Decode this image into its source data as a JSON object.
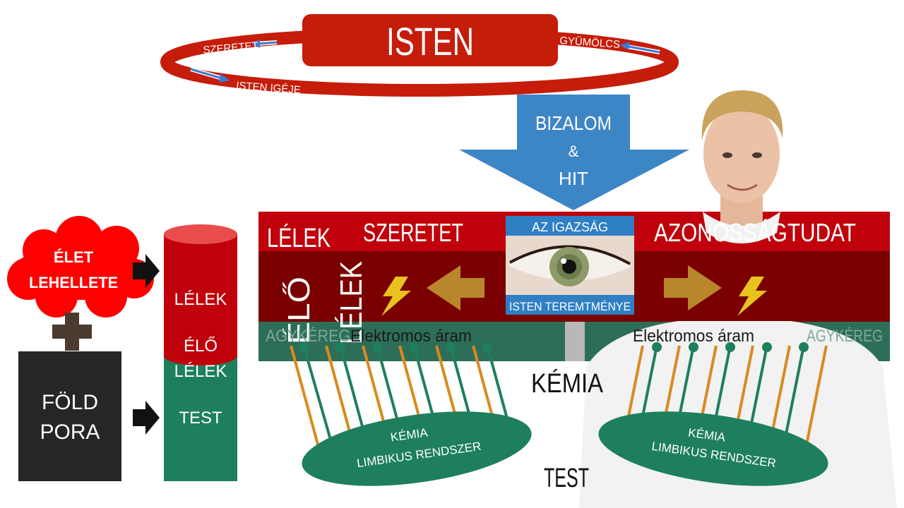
{
  "top": {
    "title": "ISTEN",
    "ring_love": "SZERETET",
    "ring_word": "ISTEN IGÉJE",
    "ring_fruit": "GYÜMÖLCS"
  },
  "trust_arrow": {
    "line1": "BIZALOM",
    "line2": "&",
    "line3": "HIT"
  },
  "left": {
    "cloud_line1": "ÉLET",
    "cloud_line2": "LEHELLETE",
    "dust_line1": "FÖLD",
    "dust_line2": "PORA",
    "cyl_soul": "LÉLEK",
    "cyl_living_1": "ÉLŐ",
    "cyl_living_2": "LÉLEK",
    "cyl_body": "TEST"
  },
  "band": {
    "soul": "LÉLEK",
    "love": "SZERETET",
    "identity": "AZONOSSÁGTUDAT",
    "truth": "AZ IGAZSÁG",
    "creation": "ISTEN TEREMTMÉNYE",
    "living_1": "ÉLŐ",
    "living_2": "LÉLEK",
    "cortex_left": "AGYKÉREG",
    "cortex_right": "AGYKÉREG",
    "current_left": "Elektromos áram",
    "current_right": "Elektromos áram"
  },
  "lower": {
    "chem": "KÉMIA",
    "body": "TEST",
    "limbic_left_1": "KÉMIA",
    "limbic_left_2": "LIMBIKUS RENDSZER",
    "limbic_right_1": "KÉMIA",
    "limbic_right_2": "LIMBIKUS RENDSZER"
  },
  "colors": {
    "red": "#c0000b",
    "dark_red": "#7a0000",
    "green": "#1e7f5c",
    "blue": "#3d86c6",
    "black_box": "#262626",
    "orange_wire": "#d98a1e"
  }
}
